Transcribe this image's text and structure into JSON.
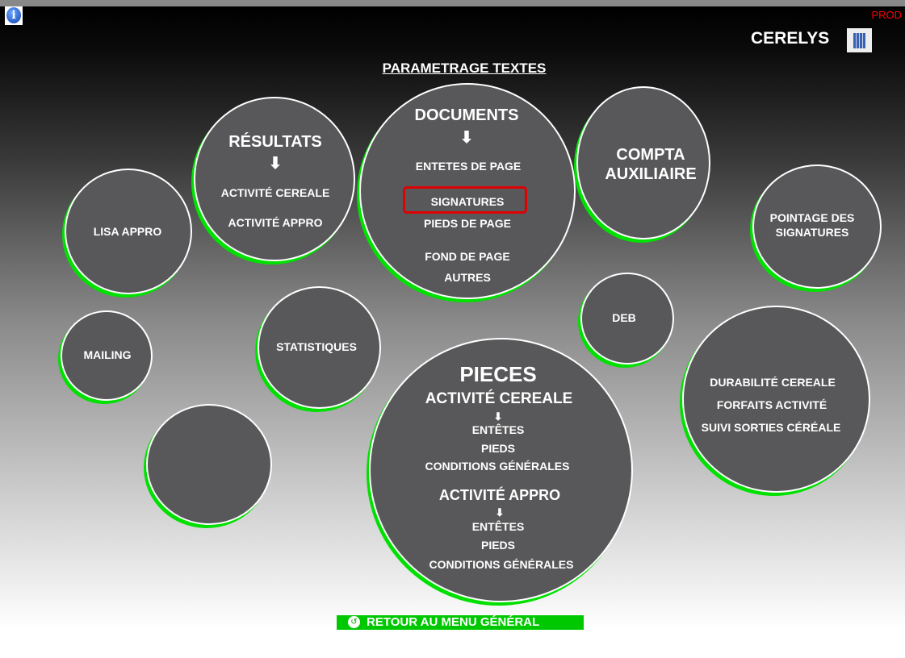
{
  "header": {
    "env": "PROD",
    "brand": "CERELYS",
    "title": "PARAMETRAGE TEXTES"
  },
  "lisa": "LISA APPRO",
  "resultats": {
    "title": "RÉSULTATS",
    "items": [
      "ACTIVITÉ CEREALE",
      "ACTIVITÉ APPRO"
    ]
  },
  "documents": {
    "title": "DOCUMENTS",
    "items": [
      "ENTETES DE PAGE",
      "SIGNATURES",
      "PIEDS DE PAGE",
      "FOND DE PAGE",
      "AUTRES"
    ]
  },
  "compta": {
    "line1": "COMPTA",
    "line2": "AUXILIAIRE"
  },
  "pointage": {
    "line1": "POINTAGE DES",
    "line2": "SIGNATURES"
  },
  "mailing": "MAILING",
  "statistiques": "STATISTIQUES",
  "deb": "DEB",
  "right": {
    "items": [
      "DURABILITÉ CEREALE",
      "FORFAITS ACTIVITÉ",
      "SUIVI SORTIES CÉRÉALE"
    ]
  },
  "pieces": {
    "title": "PIECES",
    "cereale": {
      "title": "ACTIVITÉ CEREALE",
      "items": [
        "ENTÊTES",
        "PIEDS",
        "CONDITIONS GÉNÉRALES"
      ]
    },
    "appro": {
      "title": "ACTIVITÉ APPRO",
      "items": [
        "ENTÊTES",
        "PIEDS",
        "CONDITIONS GÉNÉRALES"
      ]
    }
  },
  "footer": {
    "back": "RETOUR AU MENU GÉNÉRAL"
  },
  "colors": {
    "accent": "#00c800",
    "highlight": "#e00000"
  }
}
